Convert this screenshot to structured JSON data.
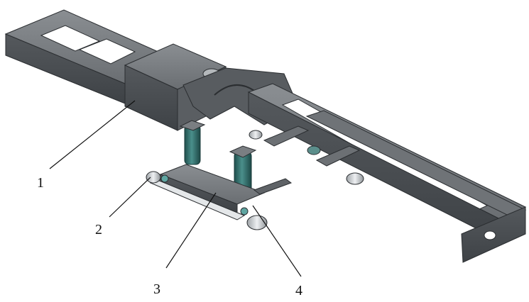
{
  "callouts": [
    {
      "id": "1",
      "label": "1"
    },
    {
      "id": "2",
      "label": "2"
    },
    {
      "id": "3",
      "label": "3"
    },
    {
      "id": "4",
      "label": "4"
    }
  ],
  "colors": {
    "frame_dark": "#4b4f53",
    "frame_mid": "#63676b",
    "frame_light": "#7d8286",
    "cylinder_teal": "#2f6f6c",
    "wheel_silver": "#cfd3d6",
    "background": "#ffffff"
  }
}
